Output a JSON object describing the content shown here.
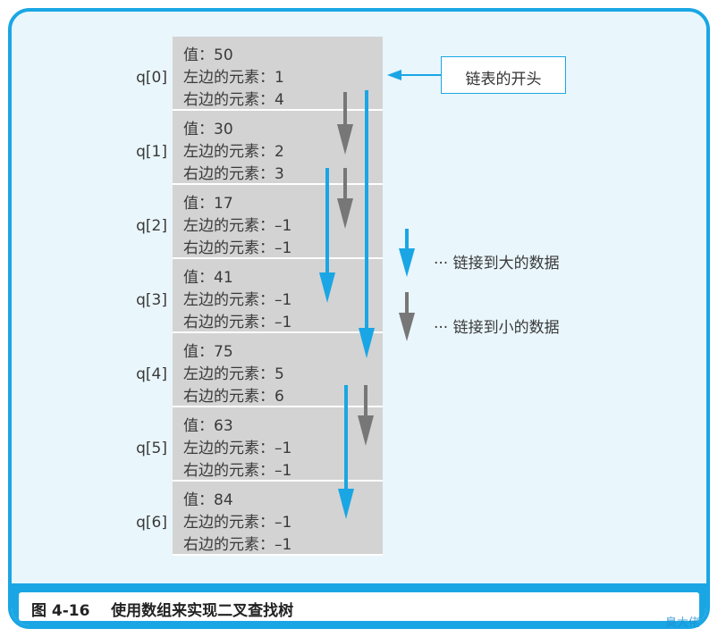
{
  "array": [
    {
      "index_label": "q[0]",
      "value_line": "值：50",
      "left_line": "左边的元素：1",
      "right_line": "右边的元素：4"
    },
    {
      "index_label": "q[1]",
      "value_line": "值：30",
      "left_line": "左边的元素：2",
      "right_line": "右边的元素：3"
    },
    {
      "index_label": "q[2]",
      "value_line": "值：17",
      "left_line": "左边的元素：–1",
      "right_line": "右边的元素：–1"
    },
    {
      "index_label": "q[3]",
      "value_line": "值：41",
      "left_line": "左边的元素：–1",
      "right_line": "右边的元素：–1"
    },
    {
      "index_label": "q[4]",
      "value_line": "值：75",
      "left_line": "左边的元素：5",
      "right_line": "右边的元素：6"
    },
    {
      "index_label": "q[5]",
      "value_line": "值：63",
      "left_line": "左边的元素：–1",
      "right_line": "右边的元素：–1"
    },
    {
      "index_label": "q[6]",
      "value_line": "值：84",
      "left_line": "左边的元素：–1",
      "right_line": "右边的元素：–1"
    }
  ],
  "list_start_label": "链表的开头",
  "legend": {
    "larger_text": "··· 链接到大的数据",
    "smaller_text": "··· 链接到小的数据"
  },
  "caption": "图 4-16    使用数组来实现二叉查找树",
  "watermark": "臭大佬",
  "colors": {
    "frame": "#1aa6e4",
    "larger_arrow": "#1aa6e4",
    "smaller_arrow": "#777777",
    "cell": "#d3d3d3"
  }
}
